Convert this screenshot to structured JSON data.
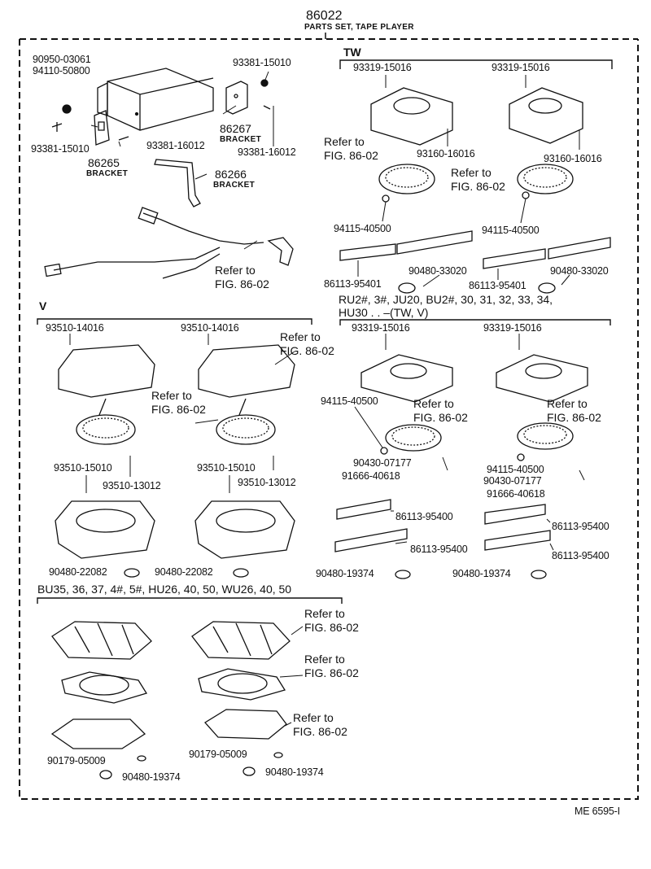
{
  "header": {
    "main_part_no": "86022",
    "main_part_name": "PARTS SET, TAPE PLAYER"
  },
  "groups": {
    "tw": "TW",
    "v": "V",
    "ru_line1": "RU2#, 3#, JU20, BU2#, 30, 31, 32, 33, 34,",
    "ru_line2": "HU30 . . –(TW, V)",
    "bu": "BU35, 36, 37, 4#, 5#, HU26, 40, 50, WU26, 40, 50"
  },
  "bracket_names": {
    "b86265": "BRACKET",
    "b86266": "BRACKET",
    "b86267": "BRACKET"
  },
  "refer": {
    "line1": "Refer to",
    "line2": "FIG. 86-02"
  },
  "labels": {
    "p90950_03061": "90950-03061",
    "p94110_50800": "94110-50800",
    "p93381_15010_top": "93381-15010",
    "p93381_15010_left": "93381-15010",
    "p93381_16012_a": "93381-16012",
    "p93381_16012_b": "93381-16012",
    "p86265": "86265",
    "p86266": "86266",
    "p86267": "86267",
    "p93319_15016_a": "93319-15016",
    "p93319_15016_b": "93319-15016",
    "p93319_15016_c": "93319-15016",
    "p93319_15016_d": "93319-15016",
    "p93160_16016_a": "93160-16016",
    "p93160_16016_b": "93160-16016",
    "p94115_40500_a": "94115-40500",
    "p94115_40500_b": "94115-40500",
    "p94115_40500_c": "94115-40500",
    "p94115_40500_d": "94115-40500",
    "p86113_95401_a": "86113-95401",
    "p86113_95401_b": "86113-95401",
    "p90480_33020_a": "90480-33020",
    "p90480_33020_b": "90480-33020",
    "p93510_14016_a": "93510-14016",
    "p93510_14016_b": "93510-14016",
    "p93510_15010_a": "93510-15010",
    "p93510_15010_b": "93510-15010",
    "p93510_13012_a": "93510-13012",
    "p93510_13012_b": "93510-13012",
    "p90480_22082_a": "90480-22082",
    "p90480_22082_b": "90480-22082",
    "p90430_07177_a": "90430-07177",
    "p90430_07177_b": "90430-07177",
    "p91666_40618_a": "91666-40618",
    "p91666_40618_b": "91666-40618",
    "p86113_95400_a": "86113-95400",
    "p86113_95400_b": "86113-95400",
    "p86113_95400_c": "86113-95400",
    "p86113_95400_d": "86113-95400",
    "p90480_19374_a": "90480-19374",
    "p90480_19374_b": "90480-19374",
    "p90480_19374_c": "90480-19374",
    "p90480_19374_d": "90480-19374",
    "p90179_05009_a": "90179-05009",
    "p90179_05009_b": "90179-05009"
  },
  "footer": {
    "drawing_code": "ME 6595-I"
  }
}
